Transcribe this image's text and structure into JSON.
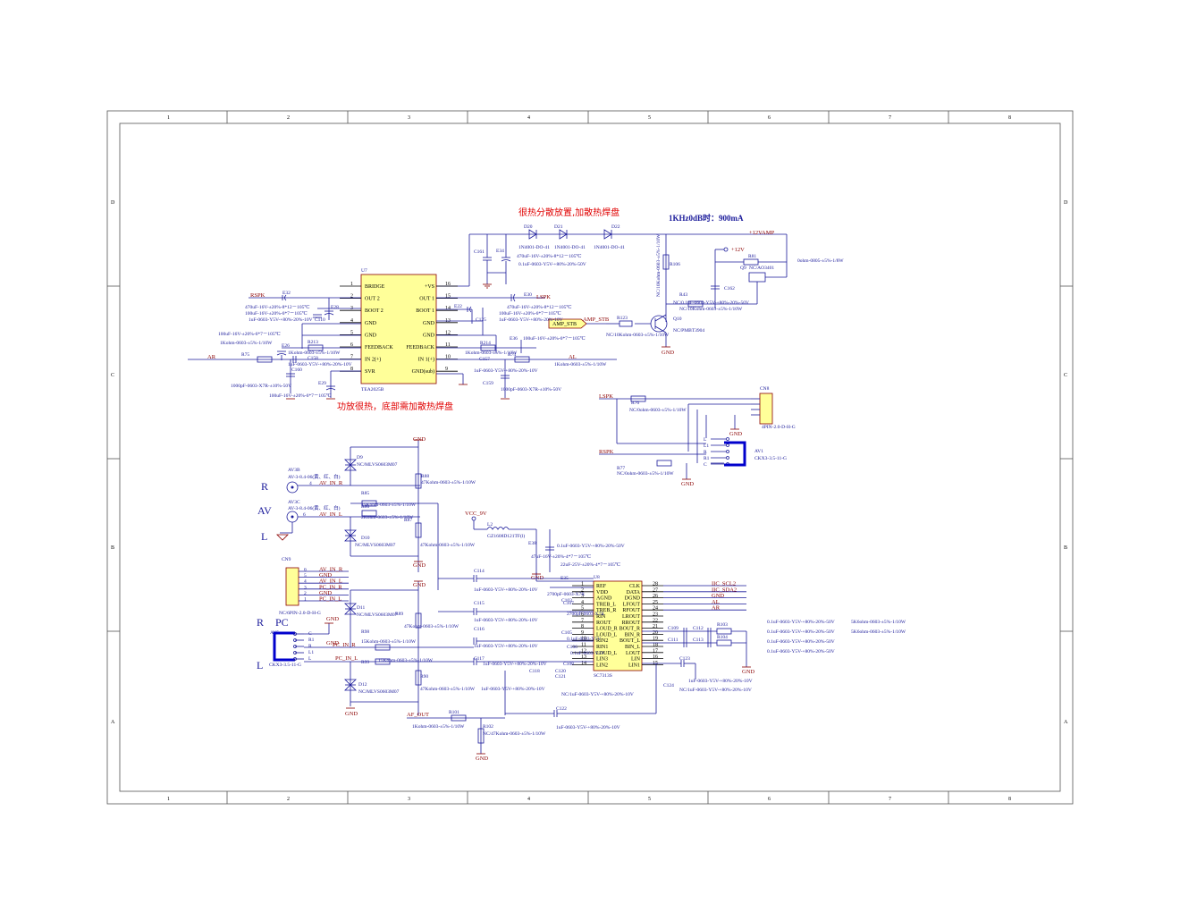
{
  "frame": {
    "columns": [
      "1",
      "2",
      "3",
      "4",
      "5",
      "6",
      "7",
      "8"
    ],
    "rows": [
      "D",
      "C",
      "B",
      "A"
    ]
  },
  "notes": {
    "heat_top": "很热分散放置,加散热焊盘",
    "current": "1KHz0dB时：900mA",
    "heat_amp": "功放很热，底部需加散热焊盘"
  },
  "u7": {
    "ref": "U7",
    "part": "TEA2025B",
    "left_pins": [
      {
        "num": "1",
        "name": "BRIDGE"
      },
      {
        "num": "2",
        "name": "OUT 2"
      },
      {
        "num": "3",
        "name": "BOOT 2"
      },
      {
        "num": "4",
        "name": "GND"
      },
      {
        "num": "5",
        "name": "GND"
      },
      {
        "num": "6",
        "name": "FEEDBACK"
      },
      {
        "num": "7",
        "name": "IN 2(+)"
      },
      {
        "num": "8",
        "name": "SVR"
      }
    ],
    "right_pins": [
      {
        "num": "16",
        "name": "+VS"
      },
      {
        "num": "15",
        "name": "OUT 1"
      },
      {
        "num": "14",
        "name": "BOOT 1"
      },
      {
        "num": "13",
        "name": "GND"
      },
      {
        "num": "12",
        "name": "GND"
      },
      {
        "num": "11",
        "name": "FEEDBACK"
      },
      {
        "num": "10",
        "name": "IN 1(+)"
      },
      {
        "num": "9",
        "name": "GND(sub)"
      }
    ]
  },
  "u8": {
    "ref": "U8",
    "part": "SC7313S",
    "left_pins": [
      {
        "num": "1",
        "name": "REF"
      },
      {
        "num": "2",
        "name": "VDD"
      },
      {
        "num": "3",
        "name": "AGND"
      },
      {
        "num": "4",
        "name": "TREB_L"
      },
      {
        "num": "5",
        "name": "TREB_R"
      },
      {
        "num": "6",
        "name": "RIN"
      },
      {
        "num": "7",
        "name": "ROUT"
      },
      {
        "num": "8",
        "name": "LOUD_R"
      },
      {
        "num": "9",
        "name": "LOUD_L"
      },
      {
        "num": "10",
        "name": "RIN2"
      },
      {
        "num": "11",
        "name": "RIN1"
      },
      {
        "num": "12",
        "name": "LOUD_L"
      },
      {
        "num": "13",
        "name": "LIN3"
      },
      {
        "num": "14",
        "name": "LIN2"
      }
    ],
    "right_pins": [
      {
        "num": "28",
        "name": "CLK"
      },
      {
        "num": "27",
        "name": "DATA"
      },
      {
        "num": "26",
        "name": "DGND"
      },
      {
        "num": "25",
        "name": "LFOUT"
      },
      {
        "num": "24",
        "name": "RFOUT"
      },
      {
        "num": "23",
        "name": "LROUT"
      },
      {
        "num": "22",
        "name": "RROUT"
      },
      {
        "num": "21",
        "name": "BOUT_R"
      },
      {
        "num": "20",
        "name": "BIN_R"
      },
      {
        "num": "19",
        "name": "BOUT_L"
      },
      {
        "num": "18",
        "name": "BIN_L"
      },
      {
        "num": "17",
        "name": "LOUT"
      },
      {
        "num": "16",
        "name": "LIN"
      },
      {
        "num": "15",
        "name": "LIN1"
      }
    ]
  },
  "top": {
    "diodes": [
      {
        "ref": "D20",
        "part": "1N4001-DO-41"
      },
      {
        "ref": "D21",
        "part": "1N4001-DO-41"
      },
      {
        "ref": "D22",
        "part": "1N4001-DO-41"
      }
    ],
    "c161": "C161",
    "e34": "E34",
    "e34_val": "470uF-16V-±20%-8*12－105℃",
    "c161_val": "0.1uF-0603-Y5V-+80%-20%-50V",
    "r106": "R106",
    "r106_val": "NC/10Kohm-0603-±5%-1/10W",
    "plus12v": "+12V",
    "plus12vamp": "+12VAMP",
    "r81": "R81",
    "r81_val": "0ohm-0805-±5%-1/8W",
    "q9": "Q9",
    "q9_val": "NC/AO3401",
    "c162": "C162",
    "r43": "R43",
    "r43_val": "NC/0.1uF-0603-Y5V-+80%-20%-50V",
    "r43_val2": "NC/10Kohm-0603-±5%-1/10W",
    "q10": "Q10",
    "q10_val": "NC/PMBT3904",
    "r123": "R123",
    "r123_val": "NC/10Kohm-0603-±5%-1/10W",
    "amp_stb": "AMP_STB",
    "gnd": "GND"
  },
  "amp_left": {
    "rspk": "RSPK",
    "e32": "E32",
    "e32_val": "470uF-16V-±20%-8*12－105℃",
    "e28": "E28",
    "e28_val": "100uF-16V-±20%-6*7－105℃",
    "c110": "C110",
    "c110_val": "1uF-0603-Y5V-+80%-20%-10V",
    "e26": "E26",
    "e26_val": "100uF-16V-±20%-6*7－105℃",
    "r213": "R213",
    "r213_val": "1Kohm-0603-±5%-1/10W",
    "r213_val2": "1Kohm-0603-±5%-1/10W",
    "c158": "C158",
    "c158_val": "1uF-0603-Y5V-+80%-20%-10V",
    "r75": "R75",
    "ar": "AR",
    "c160": "C160",
    "c160_val": "1000pF-0603-X7R-±10%-50V",
    "e29": "E29",
    "e29_val": "100uF-16V-±20%-6*7－105℃"
  },
  "amp_right": {
    "e22": "E22",
    "e30": "E30",
    "e30_val": "470uF-16V-±20%-8*12－105℃",
    "lspk": "LSPK",
    "c125": "C125",
    "c125_val": "100uF-16V-±20%-6*7－105℃",
    "c125_val2": "1uF-0603-Y5V-+80%-20%-10V",
    "r214": "R214",
    "r214_val": "1Kohm-0603-±5%-1/10W",
    "e36": "E36",
    "e36_val": "100uF-16V-±20%-6*7－105℃",
    "c157": "C157",
    "c157_val": "1uF-0603-Y5V-+80%-20%-10V",
    "r74": "R74",
    "r74_val": "1Kohm-0603-±5%-1/10W",
    "al": "AL",
    "c159": "C159",
    "c159_val": "1000pF-0603-X7R-±10%-50V"
  },
  "speaker": {
    "lspk": "LSPK",
    "r76": "R76",
    "r76_val": "NC/0ohm-0603-±5%-1/10W",
    "cn8": "CN8",
    "cn8_val": "4PIN-2.0-D-H-G",
    "rspk": "RSPK",
    "r77": "R77",
    "r77_val": "NC/0ohm-0603-±5%-1/10W",
    "av1": "AV1",
    "av1_val": "CKX3-3.5-11-G",
    "jack_pins": [
      "L",
      "L1",
      "R",
      "R1",
      "C"
    ],
    "gnd": "GND"
  },
  "av_input": {
    "big_r": "R",
    "big_av": "AV",
    "big_l": "L",
    "av3b": "AV3B",
    "av3b_val": "AV-3-8.4-06(黄、红、白)",
    "av_in_r": "AV_IN_R",
    "av3c": "AV3C",
    "av3c_val": "AV-3-8.4-06(黄、红、白)",
    "av_in_l": "AV_IN_L",
    "d9": "D9",
    "d9_val": "NC/MLVS0603M07",
    "r88": "R88",
    "r88_val": "47Kohm-0603-±5%-1/10W",
    "r85": "R85",
    "r85_val": "15Kohm-0603-±5%-1/10W",
    "r86": "R86",
    "r86_val": "2Kohm-0603-±5%-1/10W",
    "r87": "R87",
    "r87_val": "47Kohm-0603-±5%-1/10W",
    "d10": "D10",
    "d10_val": "NC/MLVS0603M07",
    "gnd": "GND",
    "pin4": "4",
    "pin6": "6"
  },
  "cn9": {
    "ref": "CN9",
    "part": "NC/6PIN-2.0-D-H-G",
    "pins": [
      {
        "num": "6",
        "net": "AV_IN_R"
      },
      {
        "num": "5",
        "net": "GND"
      },
      {
        "num": "4",
        "net": "AV_IN_L"
      },
      {
        "num": "3",
        "net": "PC_IN_R"
      },
      {
        "num": "2",
        "net": "GND"
      },
      {
        "num": "1",
        "net": "PC_IN_L"
      }
    ]
  },
  "pc_input": {
    "big_r": "R",
    "big_pc": "PC",
    "big_l": "L",
    "av5": "AV5",
    "av5_val": "CKX3-3.5-11-G",
    "jack_pins": [
      "C",
      "R1",
      "R",
      "L1",
      "L"
    ],
    "pc_in_r": "PC_IN_R",
    "pc_in_l": "PC_IN_L",
    "d11": "D11",
    "d11_val": "NC/MLVS0603M07",
    "r89": "R89",
    "r89_val": "47Kohm-0603-±5%-1/10W",
    "r98": "R98",
    "r98_val": "15Kohm-0603-±5%-1/10W",
    "r99": "R99",
    "r99_val": "15Kohm-0603-±5%-1/10W",
    "r90": "R90",
    "r90_val": "47Kohm-0603-±5%-1/10W",
    "d12": "D12",
    "d12_val": "NC/MLVS0603M07",
    "gnd": "GND"
  },
  "proc": {
    "vcc": "VCC_9V",
    "l2": "L2",
    "l2_val": "GZ1608D121TF(l)",
    "e38": "E38",
    "e38_val": "47uF-16V-±20%-4*7－105℃",
    "c_top_val": "0.1uF-0603-Y5V-+80%-20%-50V",
    "e35": "E35",
    "e35_val": "22uF-25V-±20%-4*7－105℃",
    "c114": "C114",
    "c114_val": "1uF-0603-Y5V-+80%-20%-10V",
    "c115": "C115",
    "c115_val": "1uF-0603-Y5V-+80%-20%-10V",
    "c116": "C116",
    "c116_val": "1uF-0603-Y5V-+80%-20%-10V",
    "c117": "C117",
    "c117_val": "1uF-0603-Y5V-+80%-20%-10V",
    "c118": "C118",
    "c118_val": "1uF-0603-Y5V-+80%-20%-10V",
    "c120": "C120",
    "c121": "C121",
    "c121_val": "NC/1uF-0603-Y5V-+80%-20%-10V",
    "c103": "C103",
    "c103_val": "2700pF-0603-X7R",
    "c104_val": "2700pF-0603-X7R",
    "c105": "C105",
    "c105_val": "0.1uF-0603-Y5V",
    "c106": "C106",
    "c106_val": "0.1uF-0603-Y5V",
    "c107": "C107",
    "c108": "C108",
    "c122": "C122",
    "c122_val": "1uF-0603-Y5V-+80%-20%-10V",
    "af_out": "AF_OUT",
    "r101": "R101",
    "r101_val": "1Kohm-0603-±5%-1/10W",
    "r102": "R102",
    "r102_val": "NC/47Kohm-0603-±5%-1/10W",
    "gnd": "GND"
  },
  "outputs": {
    "nets": [
      "IIC_SCL2",
      "IIC_SDA2",
      "GND",
      "AL",
      "AR"
    ],
    "c109": "C109",
    "c111": "C111",
    "c112": "C112",
    "c113": "C113",
    "r103": "R103",
    "r104": "R104",
    "c123": "C123",
    "c124": "C124",
    "c123_val": "1uF-0603-Y5V-+80%-20%-10V",
    "c124_val": "NC/1uF-0603-Y5V-+80%-20%-10V",
    "cap_vals": [
      "0.1uF-0603-Y5V-+80%-20%-50V",
      "0.1uF-0603-Y5V-+80%-20%-50V",
      "0.1uF-0603-Y5V-+80%-20%-50V",
      "0.1uF-0603-Y5V-+80%-20%-50V"
    ],
    "res_vals": [
      "5K6ohm-0603-±5%-1/10W",
      "5K6ohm-0603-±5%-1/10W"
    ],
    "gnd": "GND"
  }
}
